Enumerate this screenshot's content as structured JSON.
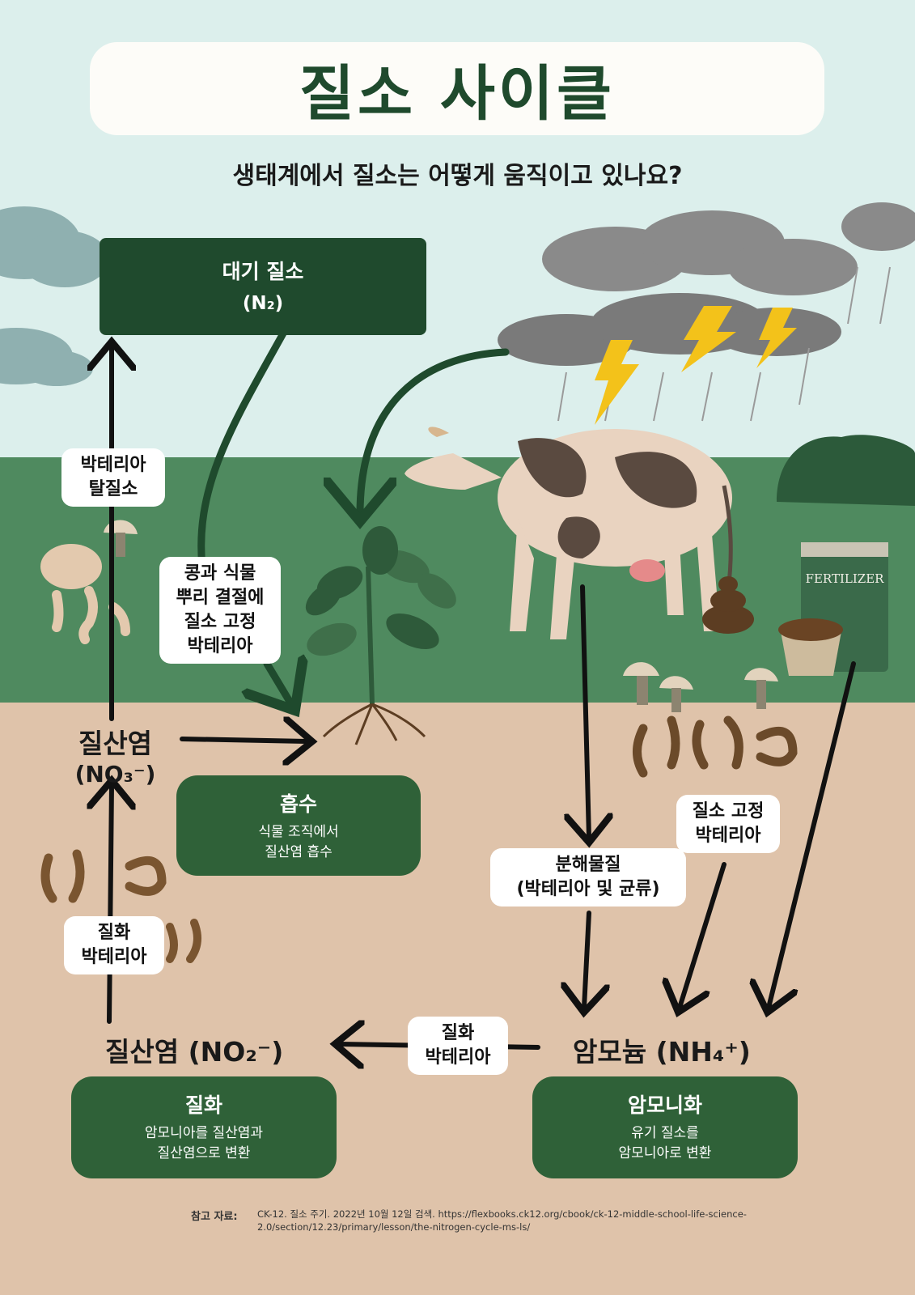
{
  "title": "질소 사이클",
  "subtitle": "생태계에서 질소는 어떻게 움직이고 있나요?",
  "atmosphere": {
    "label": "대기 질소",
    "formula": "(N₂)"
  },
  "nitrate": {
    "label": "질산염",
    "formula": "(NO₃⁻)"
  },
  "nitrite": {
    "label": "질산염 (NO₂⁻)"
  },
  "ammonium": {
    "label": "암모늄 (NH₄⁺)"
  },
  "labels": {
    "denitrification_line1": "박테리아",
    "denitrification_line2": "탈질소",
    "legume_line1": "콩과 식물",
    "legume_line2": "뿌리 결절에",
    "legume_line3": "질소 고정",
    "legume_line4": "박테리아",
    "nitrifying1_line1": "질화",
    "nitrifying1_line2": "박테리아",
    "nitrifying2_line1": "질화",
    "nitrifying2_line2": "박테리아",
    "decomposer_line1": "분해물질",
    "decomposer_line2": "(박테리아 및 균류)",
    "fixing_line1": "질소 고정",
    "fixing_line2": "박테리아"
  },
  "boxes": {
    "absorption": {
      "title": "흡수",
      "line1": "식물 조직에서",
      "line2": "질산염 흡수"
    },
    "nitrification": {
      "title": "질화",
      "line1": "암모니아를 질산염과",
      "line2": "질산염으로 변환"
    },
    "ammonification": {
      "title": "암모니화",
      "line1": "유기 질소를",
      "line2": "암모니아로 변환"
    }
  },
  "fertilizer_text": "FERTILIZER",
  "reference": {
    "title": "참고 자료:",
    "line1": "CK-12. 질소 주기. 2022년 10월 12일 검색. https://flexbooks.ck12.org/cbook/ck-12-middle-school-life-science-",
    "line2": "2.0/section/12.23/primary/lesson/the-nitrogen-cycle-ms-ls/"
  },
  "colors": {
    "sky": "#dcefec",
    "field": "#4f8a5f",
    "soil": "#dfc3aa",
    "dark_green": "#1f4a2d",
    "box_green": "#2f6138",
    "lightning": "#f3c21a"
  }
}
